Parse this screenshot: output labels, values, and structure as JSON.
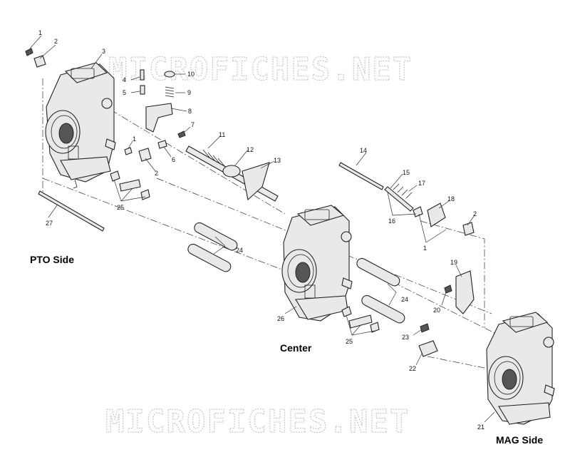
{
  "watermark": {
    "text": "MICROFICHES.NET"
  },
  "sides": {
    "pto": "PTO Side",
    "center": "Center",
    "mag": "MAG Side"
  },
  "callouts": {
    "n1a": "1",
    "n2a": "2",
    "n3": "3",
    "n4": "4",
    "n5": "5",
    "n10": "10",
    "n9": "9",
    "n8": "8",
    "n7": "7",
    "n6": "6",
    "n1b": "1",
    "n2b": "2",
    "n11": "11",
    "n12": "12",
    "n13": "13",
    "n25a": "25",
    "n27": "27",
    "n14": "14",
    "n15": "15",
    "n17": "17",
    "n18": "18",
    "n16": "16",
    "n2c": "2",
    "n1c": "1",
    "n24a": "24",
    "n24b": "24",
    "n26": "26",
    "n19": "19",
    "n20": "20",
    "n25b": "25",
    "n23": "23",
    "n22": "22",
    "n21": "21"
  }
}
